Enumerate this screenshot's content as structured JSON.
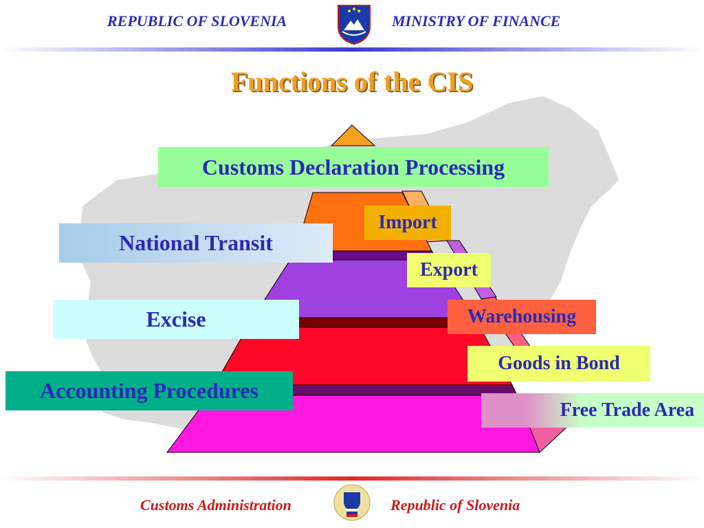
{
  "header": {
    "left": "REPUBLIC OF SLOVENIA",
    "right": "MINISTRY OF FINANCE"
  },
  "title": "Functions of the CIS",
  "pyramid": {
    "left_labels": {
      "customs_declaration": "Customs Declaration Processing",
      "national_transit": "National Transit",
      "excise": "Excise",
      "accounting": "Accounting Procedures"
    },
    "right_labels": {
      "import": "Import",
      "export": "Export",
      "warehousing": "Warehousing",
      "goods_in_bond": "Goods in Bond",
      "free_trade_area": "Free Trade Area"
    }
  },
  "footer": {
    "left": "Customs Administration",
    "right": "Republic of Slovenia"
  }
}
